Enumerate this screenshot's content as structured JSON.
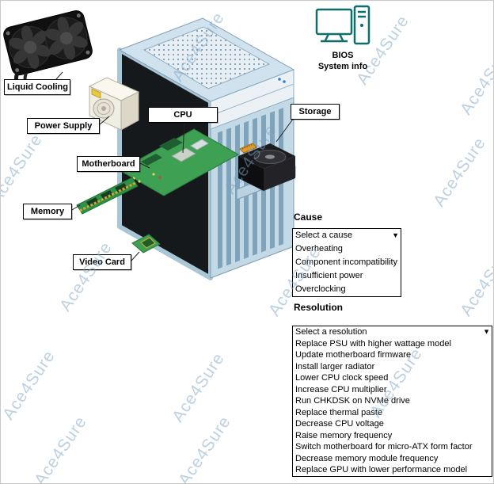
{
  "watermark": {
    "text": "Ace4Sure"
  },
  "colors": {
    "watermark": "#7ea4c4",
    "case_blue": "#c3d9e6",
    "pcb_green": "#3da053",
    "icon_teal": "#0d6e6e"
  },
  "component_labels": {
    "liquid_cooling": "Liquid Cooling",
    "power_supply": "Power Supply",
    "motherboard": "Motherboard",
    "memory": "Memory",
    "video_card": "Video Card",
    "cpu": "CPU",
    "storage": "Storage"
  },
  "bios": {
    "line1": "BIOS",
    "line2": "System info"
  },
  "cause": {
    "title": "Cause",
    "selected": "Select a cause",
    "dropdown_arrow": "▼",
    "options": [
      "Overheating",
      "Component incompatibility",
      "Insufficient power",
      "Overclocking"
    ]
  },
  "resolution": {
    "title": "Resolution",
    "selected": "Select a resolution",
    "dropdown_arrow": "▼",
    "options": [
      "Replace PSU with higher wattage model",
      "Update motherboard firmware",
      "Install larger radiator",
      "Lower CPU clock speed",
      "Increase CPU multiplier",
      "Run CHKDSK on NVMe drive",
      "Replace thermal paste",
      "Decrease CPU voltage",
      "Raise memory frequency",
      "Switch motherboard for micro-ATX form factor",
      "Decrease memory module frequency",
      "Replace GPU with lower performance model"
    ]
  }
}
